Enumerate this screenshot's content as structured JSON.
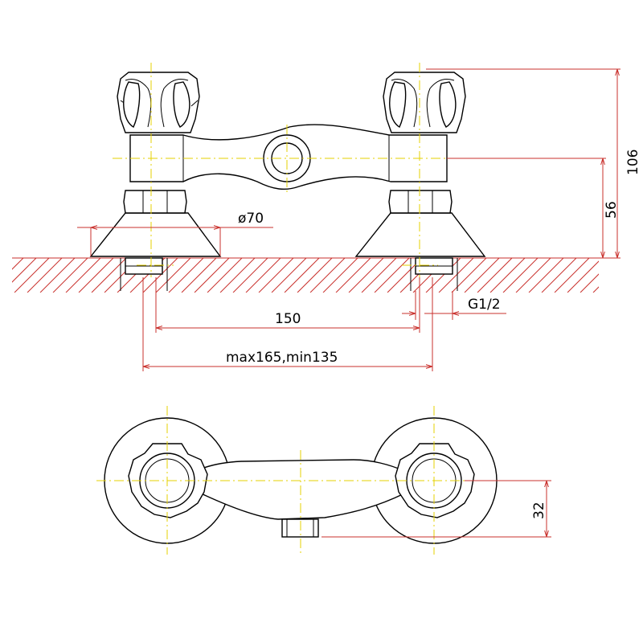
{
  "colors": {
    "outline": "#000000",
    "dimension": "#c9302c",
    "centerline": "#e6d200",
    "background": "#ffffff"
  },
  "dimensions": {
    "flange_diameter": "ø70",
    "overall_height": "106",
    "axis_height": "56",
    "thread": "G1/2",
    "center_distance": "150",
    "center_range": "max165,min135",
    "outlet_offset": "32"
  }
}
